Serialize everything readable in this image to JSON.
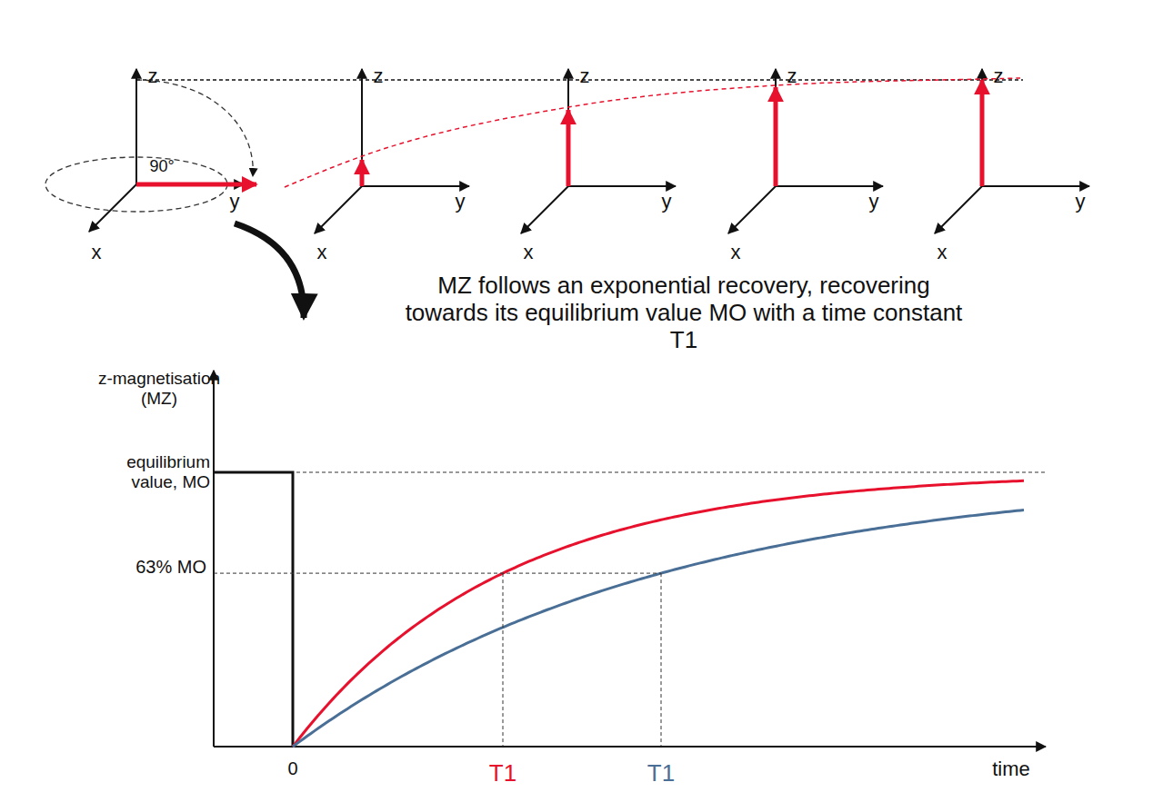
{
  "diagram": {
    "labels": [
      "z",
      "90°",
      "y",
      "x",
      "z",
      "y",
      "x",
      "z",
      "y",
      "x",
      "z",
      "y",
      "x",
      "z",
      "y",
      "x",
      "MZ follows an exponential recovery, recovering towards its equilibrium value MO with a time constant T1",
      "z-magnetisation (MZ)",
      "equilibrium value, MO",
      "63% MO",
      "0",
      "T1",
      "T1",
      "time"
    ]
  }
}
